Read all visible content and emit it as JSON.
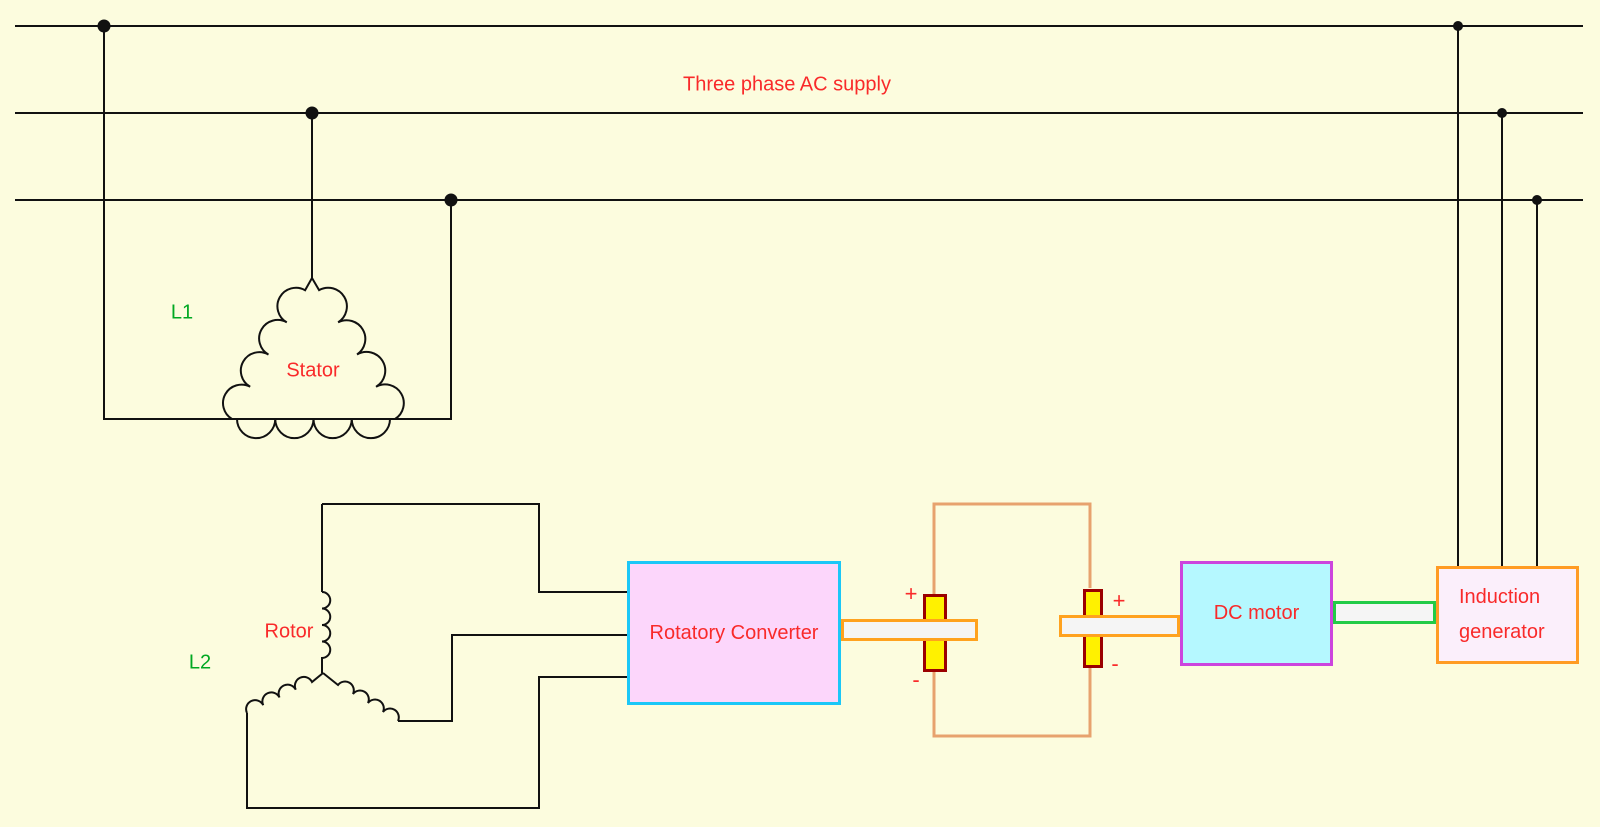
{
  "supply": {
    "label": "Three phase AC supply"
  },
  "machine1": {
    "line_label": "L1",
    "winding_label": "Stator"
  },
  "machine2": {
    "line_label": "L2",
    "winding_label": "Rotor"
  },
  "converter": {
    "label": "Rotatory Converter"
  },
  "dc_link": {
    "plus1": "+",
    "minus1": "-",
    "plus2": "+",
    "minus2": "-"
  },
  "dc_motor": {
    "label": "DC motor"
  },
  "induction_generator": {
    "label_line1": "Induction",
    "label_line2": "generator"
  },
  "colors": {
    "background": "#FCFCDE",
    "wire_black": "#111111",
    "wire_dc_link_tan": "#E7A26E",
    "label_red": "#F92A2A",
    "label_green": "#00A822",
    "converter_border_cyan": "#1BC7F7",
    "converter_fill_pink": "#FCD6FB",
    "motor_border_purple": "#CC44DD",
    "motor_fill_cyan": "#B5F8FF",
    "generator_border_orange": "#FF9B24",
    "generator_fill_pink": "#FBEFFB",
    "brush_fill_yellow": "#FFF100",
    "brush_border_maroon": "#9B0000",
    "shaft_border_orange": "#FFA21F",
    "shaft_border_green": "#22CB47",
    "shaft_fill": "#F5F5F5"
  }
}
